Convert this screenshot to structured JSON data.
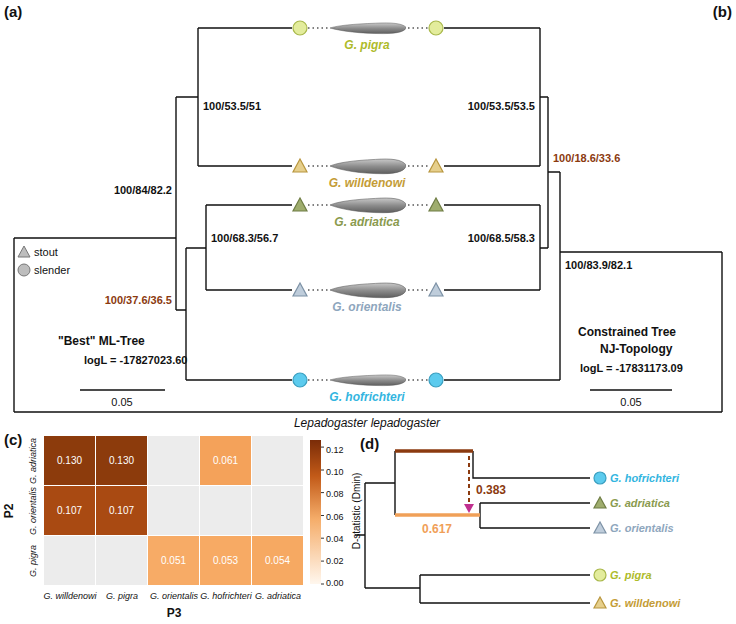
{
  "diagram": {
    "nodes": [
      {
        "text": [
          "0.130"
        ]
      },
      {
        "text": [
          "0.130"
        ]
      },
      {
        "text": [
          "0.061"
        ]
      },
      {
        "text": [
          "0.107"
        ]
      },
      {
        "text": [
          "0.107"
        ]
      },
      {
        "text": [
          "0.051"
        ]
      },
      {
        "text": [
          "0.053"
        ]
      },
      {
        "text": [
          "0.054"
        ]
      }
    ],
    "labels": [
      "(a)",
      "(b)",
      "100/53.5/51",
      "100/53.5/53.5",
      "100/84/82.2",
      "100/18.6/33.6",
      "100/68.3/56.7",
      "100/68.5/58.3",
      "100/37.6/36.5",
      "100/83.9/82.1",
      "G. pigra",
      "G. willdenowi",
      "G. adriatica",
      "G. orientalis",
      "G. hofrichteri",
      "\"Best\" ML-Tree",
      "logL = -17827023.60",
      "0.05",
      "Constrained Tree",
      "NJ-Topology",
      "logL = -17831173.09",
      "0.05",
      "Lepadogaster lepadogaster",
      "(c)",
      "P2",
      "G. adriatica",
      "G. orientalis",
      "G. pigra",
      "G. willdenowi",
      "G. pigra",
      "G. orientalis",
      "G. hofrichteri",
      "G. adriatica",
      "P3",
      "D-statistic (Dmin)",
      "0.12",
      "0.10",
      "0.08",
      "0.06",
      "0.04",
      "0.02",
      "0.00",
      "(d)",
      "0.383",
      "0.617",
      "G. hofrichteri",
      "G. adriatica",
      "G. orientalis",
      "G. pigra",
      "G. willdenowi"
    ],
    "legend": [
      {
        "text": "stout"
      },
      {
        "text": "slender"
      }
    ]
  }
}
